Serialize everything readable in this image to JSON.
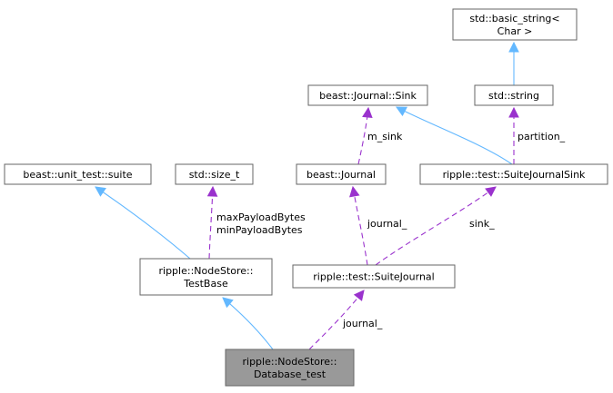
{
  "nodes": {
    "basic_string": [
      "std::basic_string<",
      "Char >"
    ],
    "journal_sink": [
      "beast::Journal::Sink"
    ],
    "string": [
      "std::string"
    ],
    "unit_test_suite": [
      "beast::unit_test::suite"
    ],
    "size_t": [
      "std::size_t"
    ],
    "journal": [
      "beast::Journal"
    ],
    "suite_journal_sink": [
      "ripple::test::SuiteJournalSink"
    ],
    "nodestore_testbase": [
      "ripple::NodeStore::",
      "TestBase"
    ],
    "suite_journal": [
      "ripple::test::SuiteJournal"
    ],
    "database_test": [
      "ripple::NodeStore::",
      "Database_test"
    ]
  },
  "edges": [
    {
      "id": "string-to-basic_string",
      "kind": "inheritance",
      "from": "string",
      "to": "basic_string",
      "label": []
    },
    {
      "id": "journal-to-sink",
      "kind": "member",
      "from": "journal",
      "to": "journal_sink",
      "label": [
        "m_sink"
      ]
    },
    {
      "id": "suitejournalsink-to-sink",
      "kind": "inheritance",
      "from": "suite_journal_sink",
      "to": "journal_sink",
      "label": []
    },
    {
      "id": "suitejournalsink-to-string",
      "kind": "member",
      "from": "suite_journal_sink",
      "to": "string",
      "label": [
        "partition_"
      ]
    },
    {
      "id": "testbase-to-suite",
      "kind": "inheritance",
      "from": "nodestore_testbase",
      "to": "unit_test_suite",
      "label": []
    },
    {
      "id": "testbase-to-size_t",
      "kind": "member",
      "from": "nodestore_testbase",
      "to": "size_t",
      "label": [
        "maxPayloadBytes",
        "minPayloadBytes"
      ]
    },
    {
      "id": "suitejournal-to-journal",
      "kind": "member",
      "from": "suite_journal",
      "to": "journal",
      "label": [
        "journal_"
      ]
    },
    {
      "id": "suitejournal-to-suitejournalsink",
      "kind": "member",
      "from": "suite_journal",
      "to": "suite_journal_sink",
      "label": [
        "sink_"
      ]
    },
    {
      "id": "database_test-to-testbase",
      "kind": "inheritance",
      "from": "database_test",
      "to": "nodestore_testbase",
      "label": []
    },
    {
      "id": "database_test-to-suitejournal",
      "kind": "member",
      "from": "database_test",
      "to": "suite_journal",
      "label": [
        "journal_"
      ]
    }
  ],
  "colors": {
    "node_fill": "#ffffff",
    "node_border": "#666666",
    "highlight_fill": "#999999",
    "inheritance_edge": "#63b8ff",
    "member_edge": "#9a32cd"
  },
  "highlighted_node": "database_test"
}
